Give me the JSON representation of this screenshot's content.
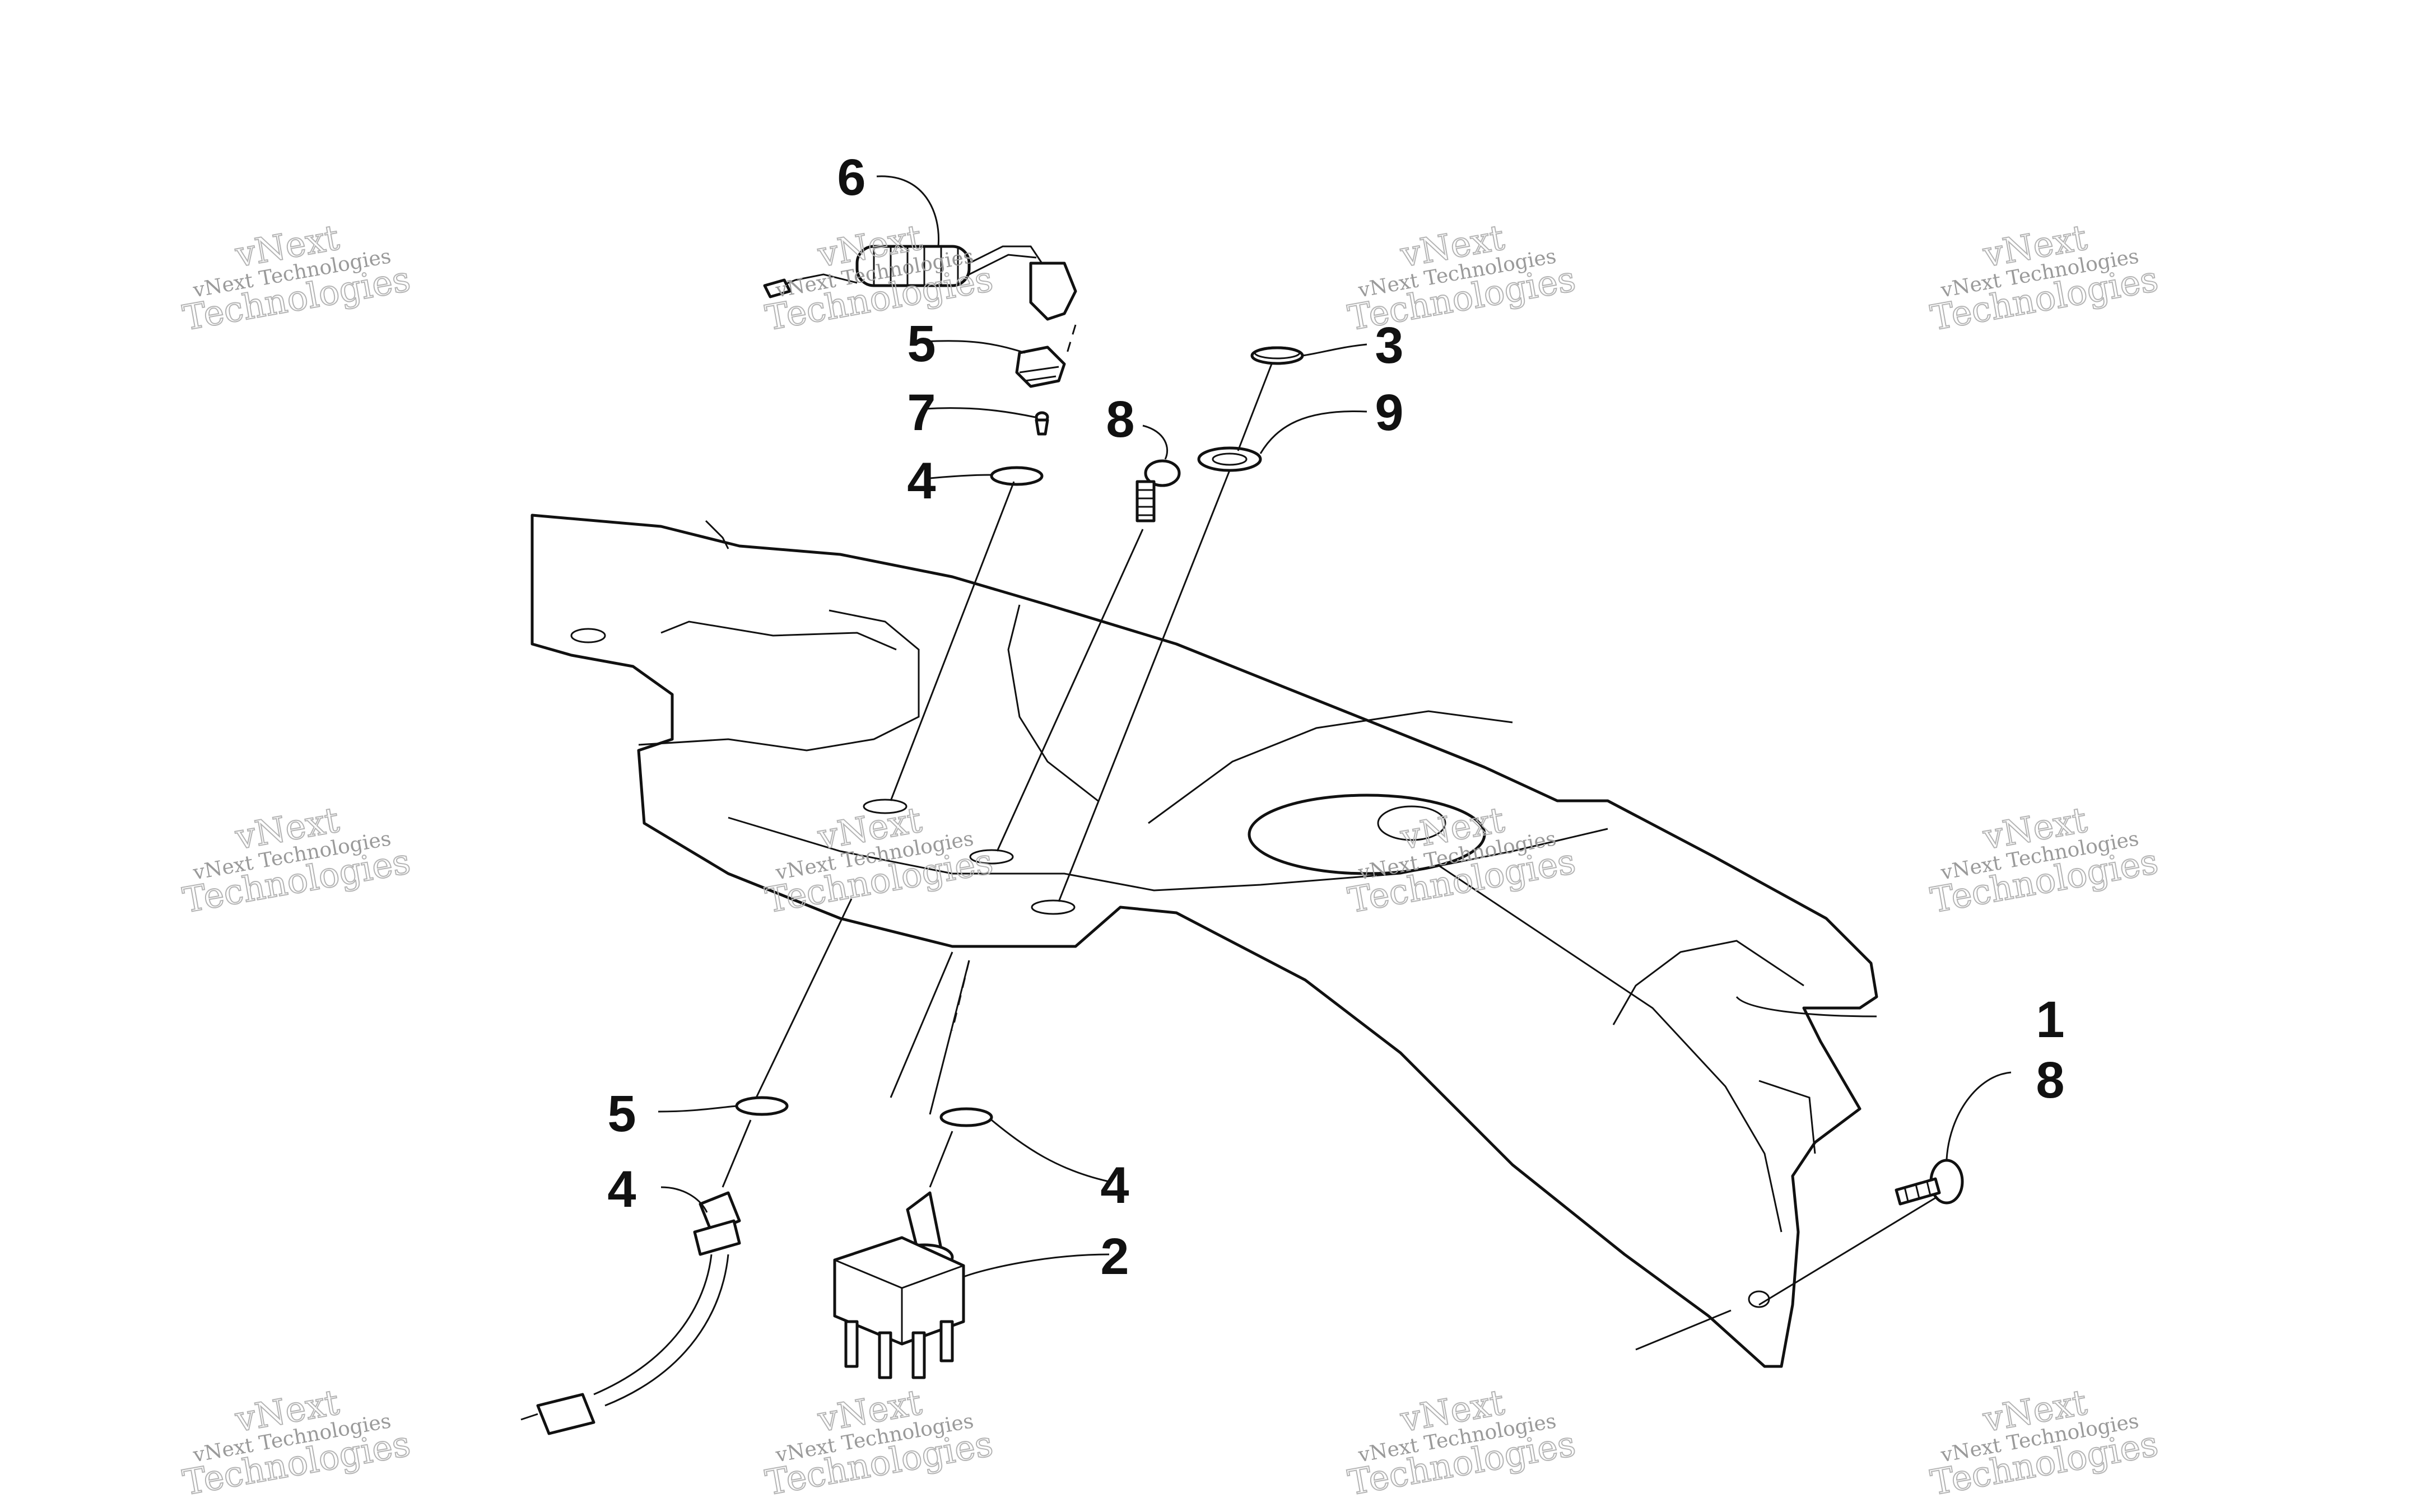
{
  "callouts": [
    {
      "id": "c6",
      "label": "6"
    },
    {
      "id": "c5a",
      "label": "5"
    },
    {
      "id": "c7",
      "label": "7"
    },
    {
      "id": "c4a",
      "label": "4"
    },
    {
      "id": "c8a",
      "label": "8"
    },
    {
      "id": "c3",
      "label": "3"
    },
    {
      "id": "c9",
      "label": "9"
    },
    {
      "id": "c1",
      "label": "1"
    },
    {
      "id": "c8b",
      "label": "8"
    },
    {
      "id": "c4b",
      "label": "4"
    },
    {
      "id": "c5b",
      "label": "5"
    },
    {
      "id": "c4c",
      "label": "4"
    },
    {
      "id": "c2",
      "label": "2"
    }
  ],
  "watermark": {
    "line1": "vNext",
    "line2": "vNext Technologies",
    "line3": "Technologies"
  },
  "colors": {
    "ink": "#111111",
    "watermark": "#b4b4b4",
    "background": "#ffffff"
  }
}
